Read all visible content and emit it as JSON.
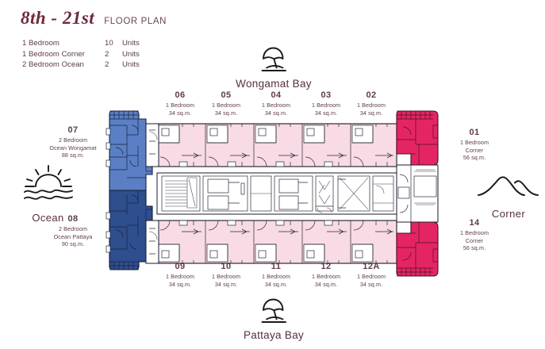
{
  "header": {
    "floors": "8th - 21st",
    "subtitle": "FLOOR PLAN"
  },
  "legend": {
    "rows": [
      {
        "type": "1  Bedroom",
        "count": "10",
        "units": "Units"
      },
      {
        "type": "1  Bedroom Corner",
        "count": "2",
        "units": "Units"
      },
      {
        "type": "2  Bedroom Ocean",
        "count": "2",
        "units": "Units"
      }
    ]
  },
  "compass": {
    "top": {
      "icon": "beach-umbrella-icon",
      "label": "Wongamat Bay"
    },
    "bottom": {
      "icon": "beach-umbrella-icon",
      "label": "Pattaya Bay"
    },
    "left": {
      "icon": "sun-over-waves-icon",
      "label": "Ocean"
    },
    "right": {
      "icon": "mountain-icon",
      "label": "Corner"
    }
  },
  "units": {
    "top": [
      {
        "no": "06",
        "type": "1 Bedroom",
        "area": "34 sq.m."
      },
      {
        "no": "05",
        "type": "1 Bedroom",
        "area": "34 sq.m."
      },
      {
        "no": "04",
        "type": "1 Bedroom",
        "area": "34 sq.m."
      },
      {
        "no": "03",
        "type": "1 Bedroom",
        "area": "34 sq.m."
      },
      {
        "no": "02",
        "type": "1 Bedroom",
        "area": "34 sq.m."
      }
    ],
    "bottom": [
      {
        "no": "09",
        "type": "1 Bedroom",
        "area": "34 sq.m."
      },
      {
        "no": "10",
        "type": "1 Bedroom",
        "area": "34 sq.m."
      },
      {
        "no": "11",
        "type": "1 Bedroom",
        "area": "34 sq.m."
      },
      {
        "no": "12",
        "type": "1 Bedroom",
        "area": "34 sq.m."
      },
      {
        "no": "12A",
        "type": "1 Bedroom",
        "area": "34 sq.m."
      }
    ],
    "left": [
      {
        "no": "07",
        "type": "2 Bedroom",
        "subtype": "Ocean Wongamat",
        "area": "88 sq.m."
      },
      {
        "no": "08",
        "type": "2 Bedroom",
        "subtype": "Ocean Pattaya",
        "area": "90 sq.m."
      }
    ],
    "right": [
      {
        "no": "01",
        "type": "1 Bedroom",
        "subtype": "Corner",
        "area": "56 sq.m."
      },
      {
        "no": "14",
        "type": "1 Bedroom",
        "subtype": "Corner",
        "area": "56 sq.m."
      }
    ]
  },
  "colors": {
    "one_bedroom_fill": "#f8dbe4",
    "two_bedroom_upper_fill": "#5b7fc4",
    "two_bedroom_lower_fill": "#2f4e8e",
    "corner_fill": "#e52563",
    "outline": "#1a1a2e",
    "text": "#5d3c47",
    "title": "#6e2a3a"
  }
}
